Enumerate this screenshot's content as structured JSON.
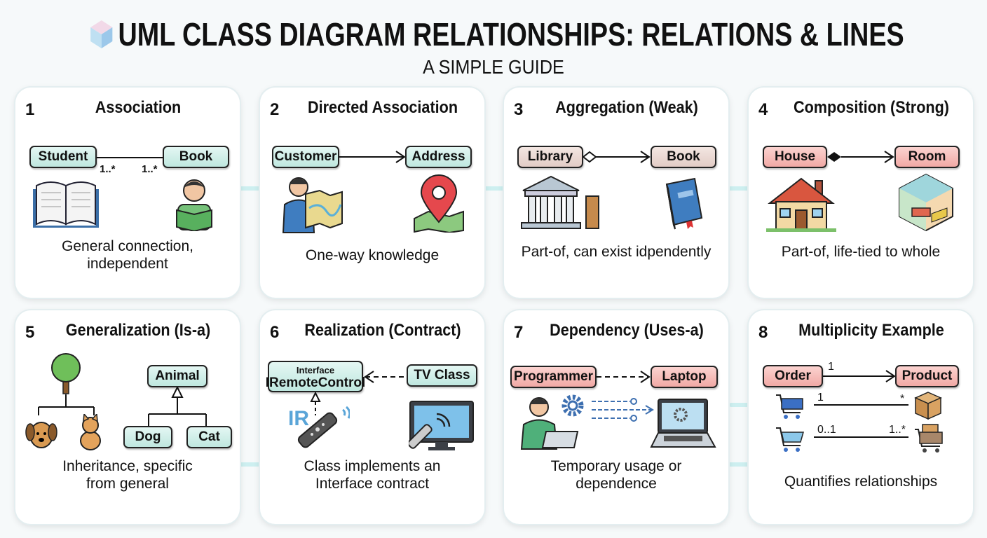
{
  "header": {
    "title": "UML CLASS DIAGRAM RELATIONSHIPS: RELATIONS & LINES",
    "subtitle": "A SIMPLE GUIDE"
  },
  "cards": [
    {
      "number": "1",
      "title": "Association",
      "left": "Student",
      "right": "Book",
      "left_mult": "1..*",
      "right_mult": "1..*",
      "desc": [
        "General connection,",
        "independent"
      ]
    },
    {
      "number": "2",
      "title": "Directed Association",
      "left": "Customer",
      "right": "Address",
      "desc": [
        "One-way knowledge"
      ]
    },
    {
      "number": "3",
      "title": "Aggregation (Weak)",
      "left": "Library",
      "right": "Book",
      "desc": [
        "Part-of, can exist idpendently"
      ]
    },
    {
      "number": "4",
      "title": "Composition (Strong)",
      "left": "House",
      "right": "Room",
      "desc": [
        "Part-of, life-tied to whole"
      ]
    },
    {
      "number": "5",
      "title": "Generalization (Is-a)",
      "parent": "Animal",
      "child1": "Dog",
      "child2": "Cat",
      "desc": [
        "Inheritance, specific",
        "from general"
      ]
    },
    {
      "number": "6",
      "title": "Realization (Contract)",
      "stereotype": "Interface",
      "left": "IRemoteControl",
      "right": "TV Class",
      "ir_label": "IR",
      "desc": [
        "Class implements an",
        "Interface contract"
      ]
    },
    {
      "number": "7",
      "title": "Dependency (Uses-a)",
      "left": "Programmer",
      "right": "Laptop",
      "desc": [
        "Temporary usage or",
        "dependence"
      ]
    },
    {
      "number": "8",
      "title": "Multiplicity Example",
      "left": "Order",
      "right": "Product",
      "arrow_mult": "1",
      "row1": {
        "left": "1",
        "right": "*"
      },
      "row2": {
        "left": "0..1",
        "right": "1..*"
      },
      "desc": [
        "Quantifies relationships"
      ]
    }
  ],
  "colors": {
    "teal": "#c9ece5",
    "tan": "#e6d3ce",
    "pink": "#f4b4b0",
    "accent": "#4a90d9"
  }
}
